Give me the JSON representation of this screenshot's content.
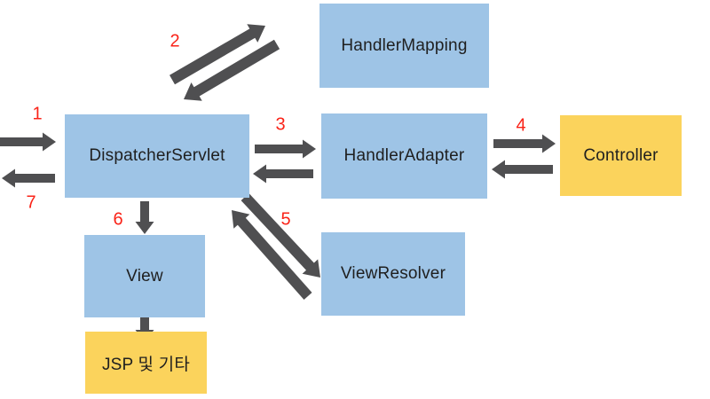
{
  "colors": {
    "node_blue": "#9EC4E6",
    "node_yellow": "#FBD35C",
    "arrow_gray": "#4F4F51",
    "step_red": "#FA2318",
    "text_black": "#1F1F1F",
    "background": "#FFFFFF"
  },
  "diagram": {
    "nodes": [
      {
        "id": "handler-mapping",
        "label": "HandlerMapping",
        "fill": "blue"
      },
      {
        "id": "dispatcher-servlet",
        "label": "DispatcherServlet",
        "fill": "blue"
      },
      {
        "id": "handler-adapter",
        "label": "HandlerAdapter",
        "fill": "blue"
      },
      {
        "id": "controller",
        "label": "Controller",
        "fill": "yellow"
      },
      {
        "id": "view",
        "label": "View",
        "fill": "blue"
      },
      {
        "id": "view-resolver",
        "label": "ViewResolver",
        "fill": "blue"
      },
      {
        "id": "jsp-etc",
        "label": "JSP 및 기타",
        "fill": "yellow"
      }
    ],
    "steps": [
      {
        "number": "1"
      },
      {
        "number": "2"
      },
      {
        "number": "3"
      },
      {
        "number": "4"
      },
      {
        "number": "5"
      },
      {
        "number": "6"
      },
      {
        "number": "7"
      }
    ]
  }
}
